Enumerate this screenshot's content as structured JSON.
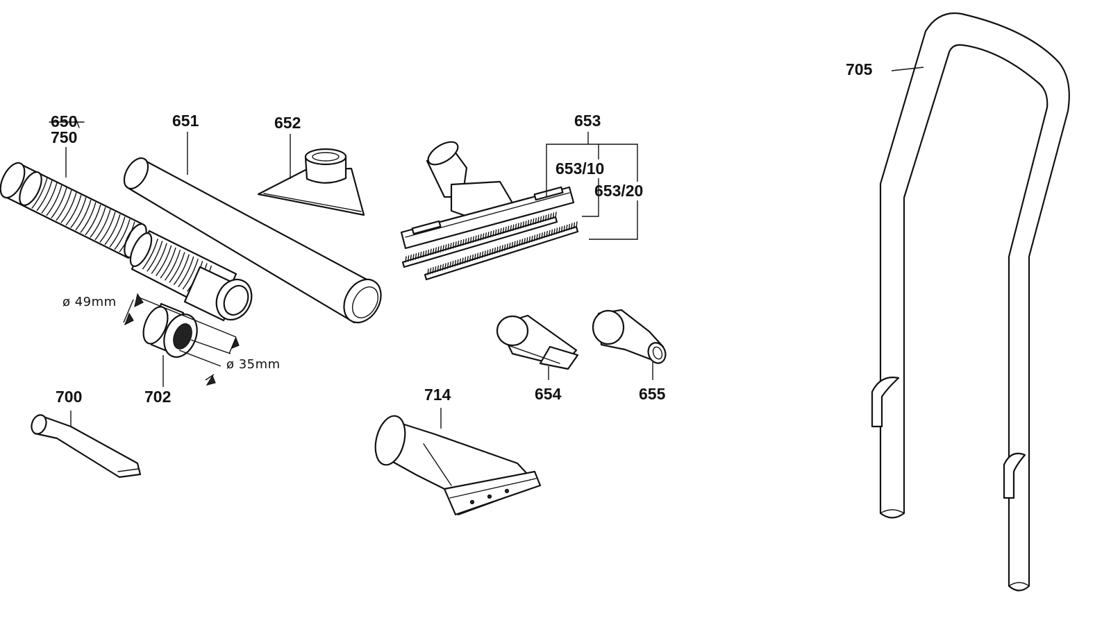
{
  "labels": {
    "p650": "650",
    "p750": "750",
    "p651": "651",
    "p652": "652",
    "p653": "653",
    "p653_10": "653/10",
    "p653_20": "653/20",
    "p654": "654",
    "p655": "655",
    "p700": "700",
    "p702": "702",
    "p705": "705",
    "p714": "714"
  },
  "dimensions": {
    "outer_diameter": "ø 49mm",
    "inner_diameter": "ø 35mm"
  },
  "colors": {
    "ink": "#111111",
    "background": "#ffffff"
  }
}
